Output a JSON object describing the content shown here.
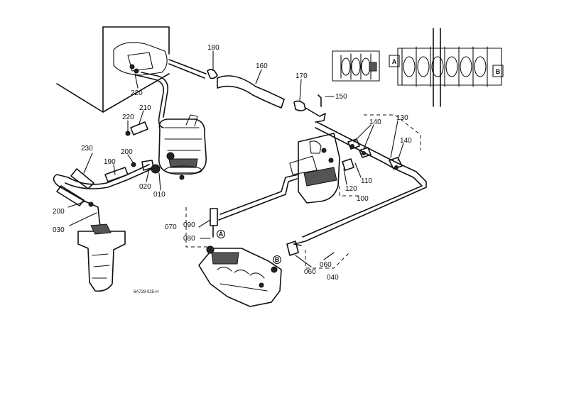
{
  "labels": {
    "p180": "180",
    "p160": "160",
    "p170": "170",
    "p150": "150",
    "p130": "130",
    "p140a": "140",
    "p140b": "140",
    "p220a": "220",
    "p220b": "220",
    "p210": "210",
    "p230": "230",
    "p190": "190",
    "p200a": "200",
    "p200b": "200",
    "p020": "020",
    "p010": "010",
    "p030": "030",
    "p120": "120",
    "p110": "110",
    "p100": "100",
    "p070": "070",
    "p090": "090",
    "p080": "080",
    "p060a": "060",
    "p060b": "060",
    "p040": "040"
  },
  "markers": {
    "a_main": "A",
    "b_main": "B",
    "a_detail": "A",
    "b_detail": "B"
  },
  "drawing_code": "6A728 025-H"
}
